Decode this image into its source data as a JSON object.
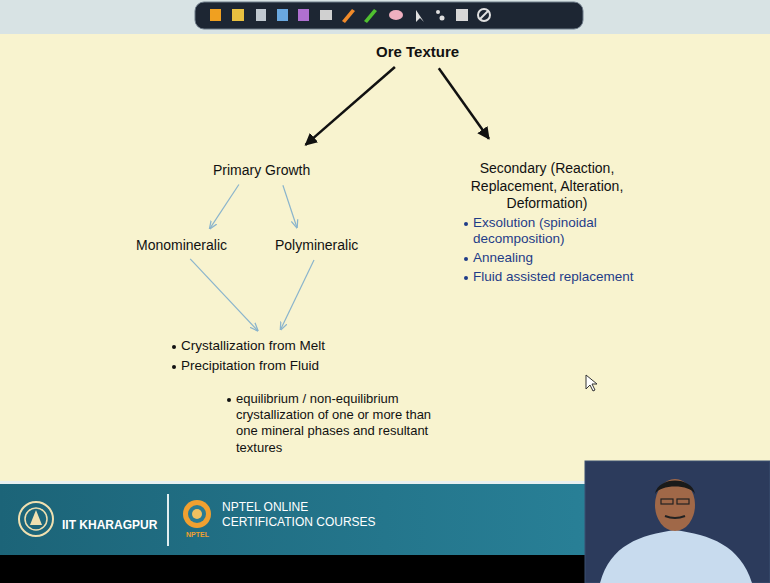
{
  "diagram": {
    "title": "Ore Texture",
    "nodes": [
      {
        "text": [
          "Ore Texture"
        ]
      },
      {
        "text": [
          "Primary Growth"
        ]
      },
      {
        "text": [
          "Secondary (Reaction, Replacement, Alteration, Deformation)",
          "Exsolution (spinoidal decomposition)",
          "Annealing",
          "Fluid assisted replacement"
        ]
      },
      {
        "text": [
          "Monomineralic"
        ]
      },
      {
        "text": [
          "Polymineralic"
        ]
      },
      {
        "text": [
          "Crystallization from Melt",
          "Precipitation from Fluid",
          "equilibrium / non-equilibrium crystallization of one or more than one mineral phases and resultant textures"
        ]
      }
    ],
    "edges": [
      {
        "from": 0,
        "to": 1,
        "arrow": "to"
      },
      {
        "from": 0,
        "to": 2,
        "arrow": "to"
      },
      {
        "from": 1,
        "to": 3,
        "arrow": "to"
      },
      {
        "from": 1,
        "to": 4,
        "arrow": "to"
      },
      {
        "from": 3,
        "to": 5,
        "arrow": "to"
      },
      {
        "from": 4,
        "to": 5,
        "arrow": "to"
      }
    ],
    "labels": [
      "IIT KHARAGPUR",
      "NPTEL ONLINE CERTIFICATION COURSES",
      "NPTEL"
    ]
  }
}
